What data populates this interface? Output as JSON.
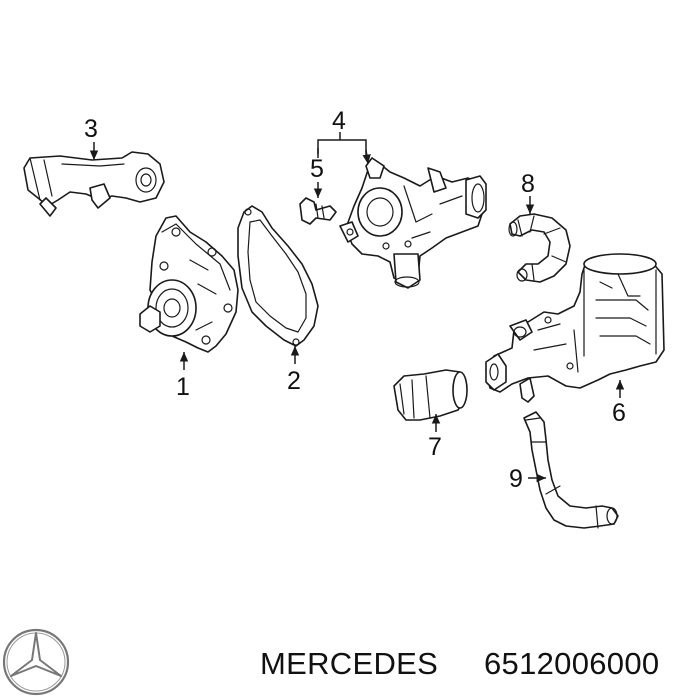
{
  "callouts": {
    "c1": "1",
    "c2": "2",
    "c3": "3",
    "c4": "4",
    "c5": "5",
    "c6": "6",
    "c7": "7",
    "c8": "8",
    "c9": "9"
  },
  "footer": {
    "brand": "MERCEDES",
    "part_number": "6512006000"
  },
  "logo": {
    "icon": "mercedes-star-icon"
  }
}
